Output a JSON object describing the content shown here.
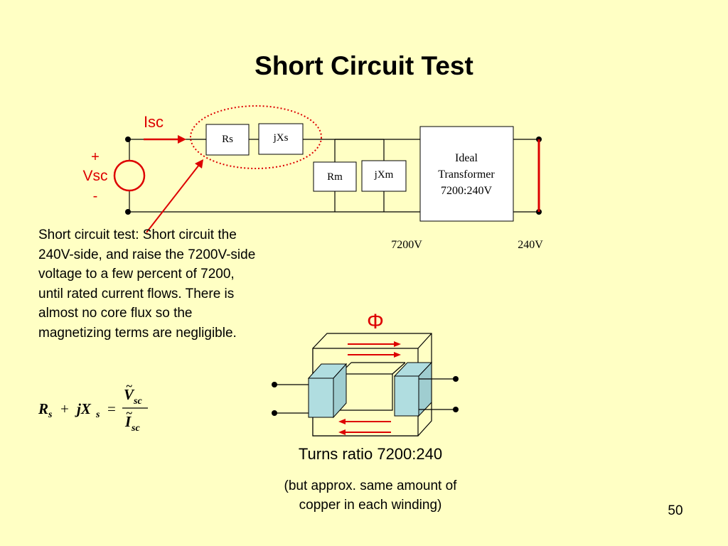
{
  "slide": {
    "title": "Short Circuit Test",
    "page_number": "50"
  },
  "circuit": {
    "current_label": "Isc",
    "source_plus": "+",
    "source_label": "Vsc",
    "source_minus": "-",
    "series_resistor": "Rs",
    "series_reactance": "jXs",
    "shunt_resistor": "Rm",
    "shunt_reactance": "jXm",
    "transformer_line1": "Ideal",
    "transformer_line2": "Transformer",
    "transformer_line3": "7200:240V",
    "primary_voltage": "7200V",
    "secondary_voltage": "240V",
    "highlight_color": "#dd0000"
  },
  "description": "Short circuit test:  Short circuit the 240V-side, and raise the 7200V-side voltage to a few percent of 7200, until rated current flows.  There is almost no core flux so the magnetizing terms are negligible.",
  "formula": {
    "lhs_R": "R",
    "lhs_R_sub": "s",
    "plus": "+",
    "lhs_jX": "jX",
    "lhs_X_sub": "s",
    "equals": "=",
    "num_V": "V",
    "num_sub": "sc",
    "den_I": "I",
    "den_sub": "sc",
    "tilde": "~"
  },
  "core": {
    "flux_symbol": "Φ",
    "core_color": "#ffffc4",
    "winding_color": "#b0dde0",
    "arrow_color": "#dd0000"
  },
  "captions": {
    "turns_ratio": "Turns ratio 7200:240",
    "note": "(but approx. same amount of\ncopper in each winding)"
  }
}
